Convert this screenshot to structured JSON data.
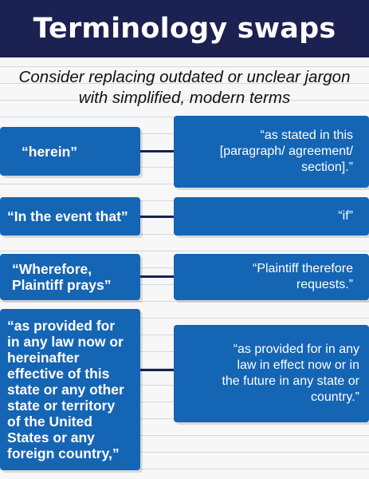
{
  "title": "Terminology swaps",
  "subtitle_lines": [
    "Consider replacing outdated or unclear jargon",
    "with simplified, modern terms"
  ],
  "swaps": [
    {
      "old": [
        "“herein”"
      ],
      "new": [
        "“as stated in this",
        "[paragraph/ agreement/",
        "section].”"
      ]
    },
    {
      "old": [
        "“In the event that”"
      ],
      "new": [
        "“if”"
      ]
    },
    {
      "old": [
        "“Wherefore,",
        "Plaintiff prays”"
      ],
      "new": [
        "“Plaintiff therefore",
        "requests.”"
      ]
    },
    {
      "old": [
        "“as provided for",
        "in any law now or",
        "hereinafter",
        "effective of this",
        "state or any other",
        "state or territory",
        "of the United",
        "States or any",
        "foreign country,”"
      ],
      "new": [
        "“as provided for in any",
        "law in effect now or in",
        "the future in any state or",
        "country.”"
      ]
    }
  ],
  "colors": {
    "header_bg": "#1b2150",
    "box_bg": "#1565b5",
    "connector": "#1b2150"
  }
}
